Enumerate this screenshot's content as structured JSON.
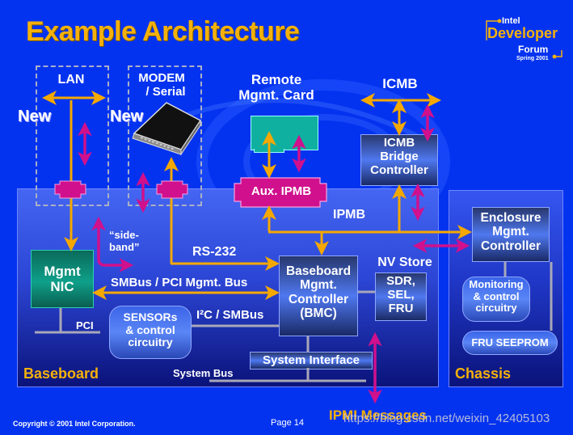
{
  "slide": {
    "title": "Example Architecture",
    "logo": {
      "line1": "Intel",
      "line2": "Developer",
      "line3": "Forum",
      "line4": "Spring 2001"
    },
    "footer": {
      "copyright": "Copyright © 2001 Intel Corporation.",
      "page": "Page 14",
      "watermark": "https://blog.csdn.net/weixin_42405103"
    }
  },
  "external": {
    "lan_label": "LAN",
    "modem_label_1": "MODEM",
    "modem_label_2": "/ Serial",
    "new_label_lan": "New",
    "new_label_modem": "New",
    "remote_card_1": "Remote",
    "remote_card_2": "Mgmt. Card",
    "icmb_label": "ICMB",
    "icmb_bridge_1": "ICMB",
    "icmb_bridge_2": "Bridge",
    "icmb_bridge_3": "Controller",
    "aux_ipmb": "Aux. IPMB"
  },
  "baseboard": {
    "label": "Baseboard",
    "ipmb_label": "IPMB",
    "sideband_1": "“side-",
    "sideband_2": "band”",
    "rs232_label": "RS-232",
    "nic_1": "Mgmt",
    "nic_2": "NIC",
    "smbus_pci_label": "SMBus / PCI Mgmt. Bus",
    "pci_label": "PCI",
    "sensors_1": "SENSORs",
    "sensors_2": "& control",
    "sensors_3": "circuitry",
    "i2c_label": "I²C / SMBus",
    "bmc_1": "Baseboard",
    "bmc_2": "Mgmt.",
    "bmc_3": "Controller",
    "bmc_4": "(BMC)",
    "nv_store_label": "NV Store",
    "nv_1": "SDR,",
    "nv_2": "SEL,",
    "nv_3": "FRU",
    "system_interface": "System Interface",
    "system_bus": "System Bus"
  },
  "chassis": {
    "label": "Chassis",
    "emc_1": "Enclosure",
    "emc_2": "Mgmt.",
    "emc_3": "Controller",
    "mon_1": "Monitoring",
    "mon_2": "& control",
    "mon_3": "circuitry",
    "fru": "FRU SEEPROM"
  },
  "ipmi_messages": "IPMI Messages",
  "colors": {
    "background": "#0433f0",
    "title": "#f5b10a",
    "orange_bus": "#f5a800",
    "magenta_msg": "#d0108c",
    "nic_green": "#0ea08a",
    "card_teal": "#10b0a0"
  }
}
